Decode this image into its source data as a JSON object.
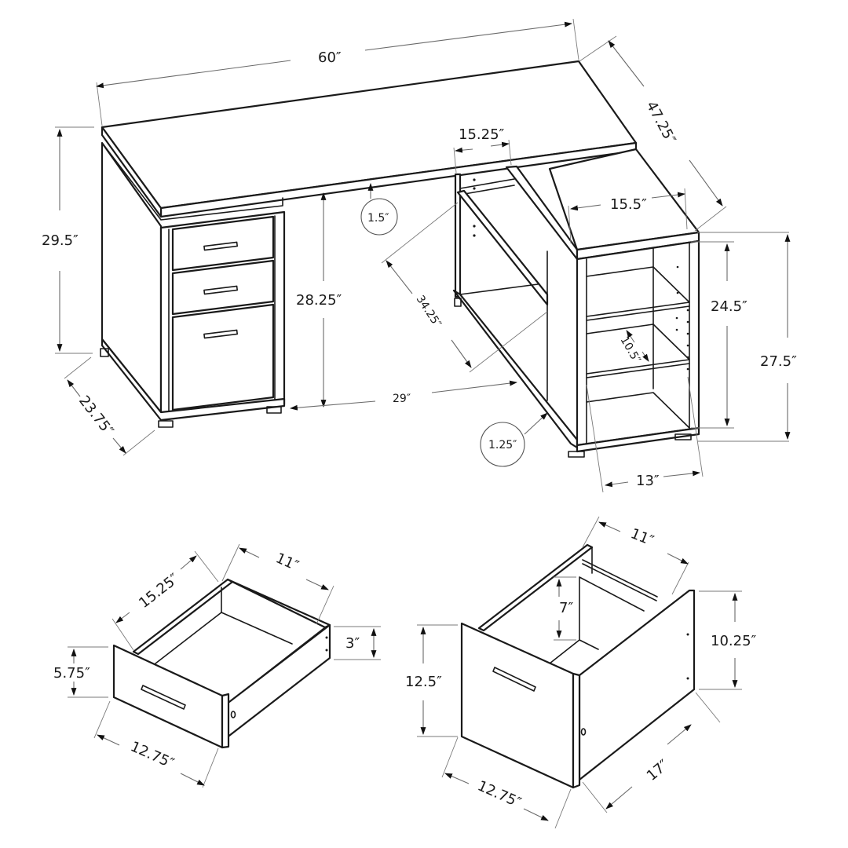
{
  "diagram": {
    "subject": "L-shaped corner desk with file drawer pedestal and open shelf return",
    "line_color": "#1a1a1a",
    "dimension_line_color": "#6a6a6a",
    "background": "#ffffff",
    "desk": {
      "width": "60″",
      "return_length": "47.25″",
      "overall_height": "29.5″",
      "depth": "23.75″",
      "knee_height": "28.25″",
      "top_thickness": "1.5″",
      "knee_width": "29″",
      "return_opening_width": "15.25″",
      "return_inner_depth": "34.25″",
      "shelf_top_width": "15.5″",
      "shelf_inner_height": "24.5″",
      "shelf_overall_height": "27.5″",
      "shelf_spacing": "10.5″",
      "shelf_depth": "13″",
      "panel_thickness": "1.25″"
    },
    "small_drawer": {
      "depth": "15.25″",
      "inner_width": "11″",
      "side_height": "3″",
      "front_height": "5.75″",
      "front_width": "12.75″"
    },
    "file_drawer": {
      "inner_width": "11″",
      "hanger_depth": "7″",
      "side_height": "10.25″",
      "front_height": "12.5″",
      "front_width": "12.75″",
      "depth": "17″"
    }
  }
}
